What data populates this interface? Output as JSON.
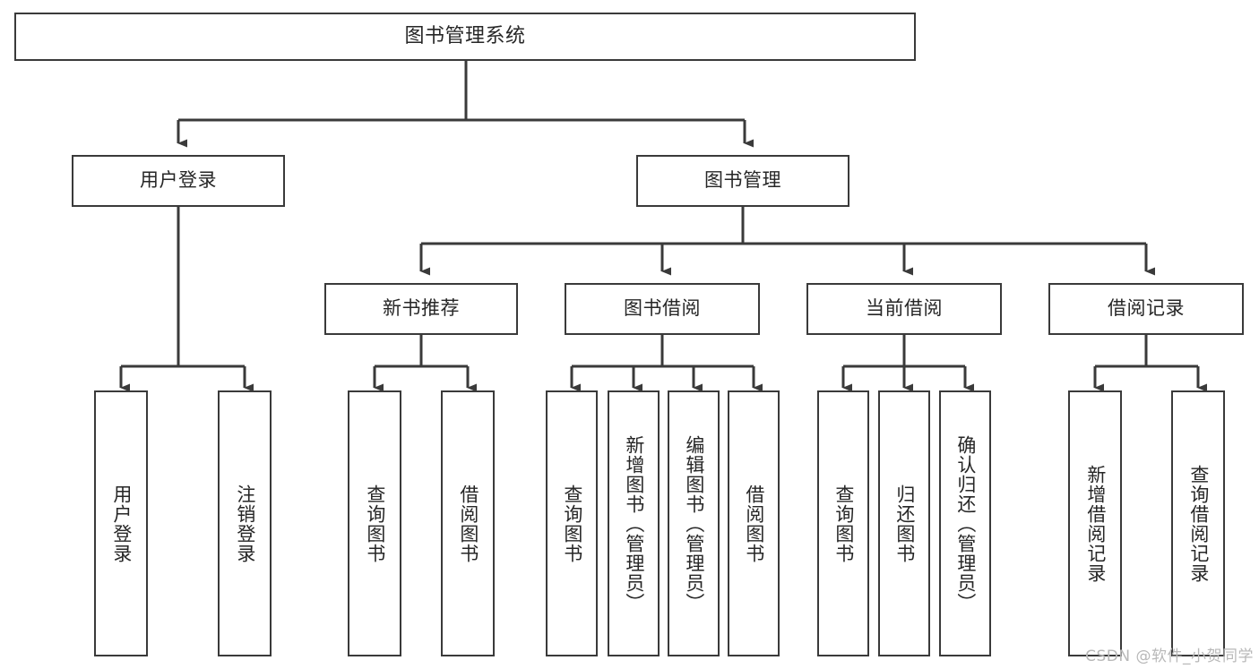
{
  "diagram": {
    "title": "图书管理系统",
    "type": "tree-hierarchy",
    "root": {
      "id": "root",
      "label": "图书管理系统"
    },
    "level2": [
      {
        "id": "user-login",
        "label": "用户登录"
      },
      {
        "id": "book-manage",
        "label": "图书管理"
      }
    ],
    "level3": [
      {
        "id": "new-book-recommend",
        "label": "新书推荐",
        "parent": "book-manage"
      },
      {
        "id": "book-borrow",
        "label": "图书借阅",
        "parent": "book-manage"
      },
      {
        "id": "current-borrow",
        "label": "当前借阅",
        "parent": "book-manage"
      },
      {
        "id": "borrow-record",
        "label": "借阅记录",
        "parent": "book-manage"
      }
    ],
    "leaves": {
      "user-login": [
        {
          "id": "leaf-user-login",
          "label": "用户登录"
        },
        {
          "id": "leaf-user-logout",
          "label": "注销登录"
        }
      ],
      "new-book-recommend": [
        {
          "id": "leaf-query-book-1",
          "label": "查询图书"
        },
        {
          "id": "leaf-borrow-book-1",
          "label": "借阅图书"
        }
      ],
      "book-borrow": [
        {
          "id": "leaf-query-book-2",
          "label": "查询图书"
        },
        {
          "id": "leaf-add-book",
          "label": "新增图书（管理员）"
        },
        {
          "id": "leaf-edit-book",
          "label": "编辑图书（管理员）"
        },
        {
          "id": "leaf-borrow-book-2",
          "label": "借阅图书"
        }
      ],
      "current-borrow": [
        {
          "id": "leaf-query-book-3",
          "label": "查询图书"
        },
        {
          "id": "leaf-return-book",
          "label": "归还图书"
        },
        {
          "id": "leaf-confirm-return",
          "label": "确认归还（管理员）"
        }
      ],
      "borrow-record": [
        {
          "id": "leaf-add-record",
          "label": "新增借阅记录"
        },
        {
          "id": "leaf-query-record",
          "label": "查询借阅记录"
        }
      ]
    }
  },
  "watermark": {
    "text": "CSDN @软件_小贺同学"
  },
  "colors": {
    "stroke": "#3a3a3a",
    "fill": "#ffffff",
    "text": "#262626",
    "watermark": "#b8b8b8"
  }
}
